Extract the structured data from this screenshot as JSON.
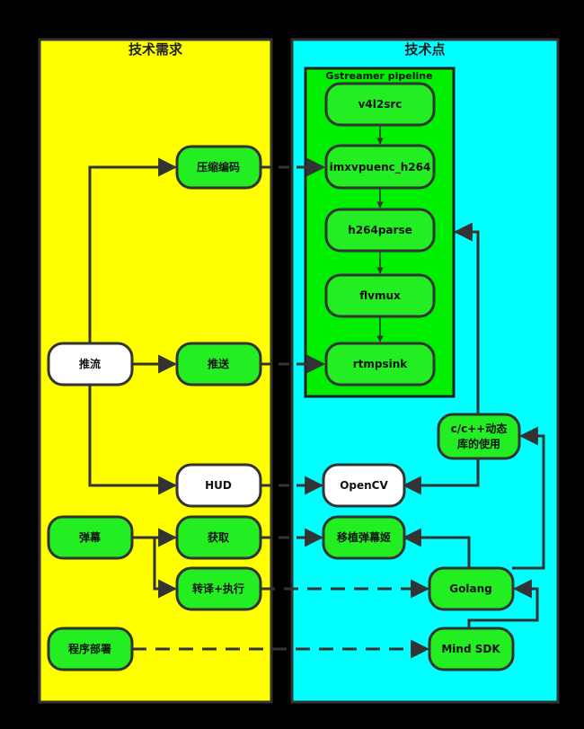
{
  "panels": {
    "requirements": {
      "title": "技术需求",
      "color": "#ffff00"
    },
    "techpoints": {
      "title": "技术点",
      "color": "#00ffff"
    }
  },
  "pipeline": {
    "title": "Gstreamer pipeline",
    "color": "#00ee00",
    "stages": [
      "v4l2src",
      "imxvpuenc_h264",
      "h264parse",
      "flvmux",
      "rtmpsink"
    ]
  },
  "requirements": {
    "push_stream": "推流",
    "compress_encode": "压缩编码",
    "push_send": "推送",
    "hud": "HUD",
    "danmaku": "弹幕",
    "fetch": "获取",
    "translate_execute": "转译+执行",
    "deploy": "程序部署"
  },
  "techpoints": {
    "opencv": "OpenCV",
    "cpp_lib_line1": "c/c++动态",
    "cpp_lib_line2": "库的使用",
    "port_danmaku": "移植弹幕姬",
    "golang": "Golang",
    "mind_sdk": "Mind SDK"
  },
  "colors": {
    "node_green": "#22ee22",
    "node_white": "#ffffff",
    "stroke": "#333333",
    "background": "#000000"
  }
}
